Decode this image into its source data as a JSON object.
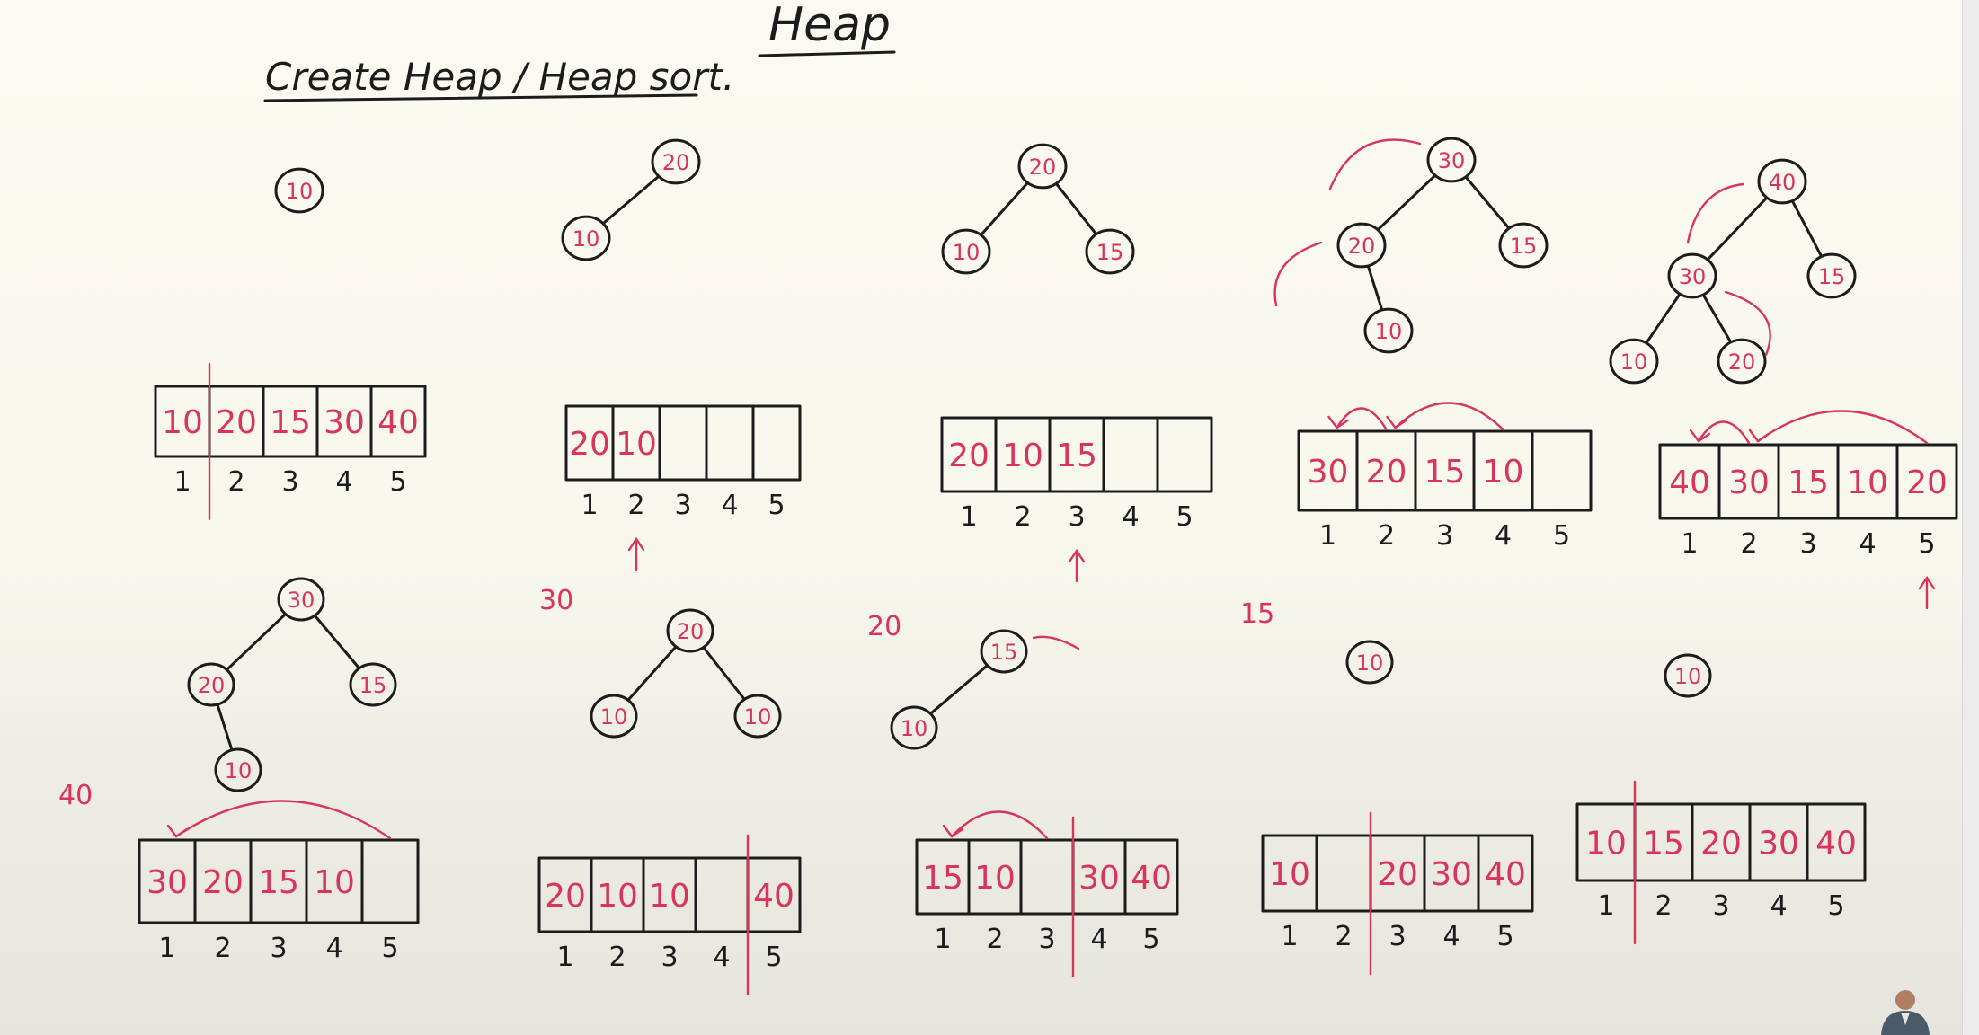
{
  "title": "Heap",
  "subtitle": "Create Heap / Heap sort.",
  "top_row": [
    {
      "tree": {
        "nodes": [
          {
            "id": "a",
            "v": "10"
          }
        ],
        "edges": []
      },
      "array": {
        "cells": [
          "10",
          "20",
          "15",
          "30",
          "40"
        ],
        "indices": [
          "1",
          "2",
          "3",
          "4",
          "5"
        ],
        "divider_after": 1,
        "arrows": [],
        "pointer_index": null
      }
    },
    {
      "tree": {
        "nodes": [
          {
            "id": "a",
            "v": "20"
          },
          {
            "id": "b",
            "v": "10"
          }
        ],
        "edges": [
          [
            "a",
            "b"
          ]
        ]
      },
      "array": {
        "cells": [
          "20",
          "10",
          "",
          "",
          ""
        ],
        "indices": [
          "1",
          "2",
          "3",
          "4",
          "5"
        ],
        "divider_after": null,
        "arrows": [],
        "pointer_index": 2
      }
    },
    {
      "tree": {
        "nodes": [
          {
            "id": "a",
            "v": "20"
          },
          {
            "id": "b",
            "v": "10"
          },
          {
            "id": "c",
            "v": "15"
          }
        ],
        "edges": [
          [
            "a",
            "b"
          ],
          [
            "a",
            "c"
          ]
        ]
      },
      "array": {
        "cells": [
          "20",
          "10",
          "15",
          "",
          ""
        ],
        "indices": [
          "1",
          "2",
          "3",
          "4",
          "5"
        ],
        "divider_after": null,
        "arrows": [],
        "pointer_index": 3
      }
    },
    {
      "tree": {
        "nodes": [
          {
            "id": "a",
            "v": "30"
          },
          {
            "id": "b",
            "v": "20"
          },
          {
            "id": "c",
            "v": "15"
          },
          {
            "id": "d",
            "v": "10"
          }
        ],
        "edges": [
          [
            "a",
            "b"
          ],
          [
            "a",
            "c"
          ],
          [
            "b",
            "d"
          ]
        ]
      },
      "array": {
        "cells": [
          "30",
          "20",
          "15",
          "10",
          ""
        ],
        "indices": [
          "1",
          "2",
          "3",
          "4",
          "5"
        ],
        "divider_after": null,
        "arrows": [
          [
            2,
            1
          ],
          [
            4,
            2
          ]
        ],
        "pointer_index": null
      }
    },
    {
      "tree": {
        "nodes": [
          {
            "id": "a",
            "v": "40"
          },
          {
            "id": "b",
            "v": "30"
          },
          {
            "id": "c",
            "v": "15"
          },
          {
            "id": "d",
            "v": "10"
          },
          {
            "id": "e",
            "v": "20"
          }
        ],
        "edges": [
          [
            "a",
            "b"
          ],
          [
            "a",
            "c"
          ],
          [
            "b",
            "d"
          ],
          [
            "b",
            "e"
          ]
        ]
      },
      "array": {
        "cells": [
          "40",
          "30",
          "15",
          "10",
          "20"
        ],
        "indices": [
          "1",
          "2",
          "3",
          "4",
          "5"
        ],
        "divider_after": null,
        "arrows": [
          [
            2,
            1
          ],
          [
            5,
            2
          ]
        ],
        "pointer_index": 5
      }
    }
  ],
  "bottom_row": [
    {
      "deleted": "40",
      "tree": {
        "nodes": [
          {
            "id": "a",
            "v": "30"
          },
          {
            "id": "b",
            "v": "20"
          },
          {
            "id": "c",
            "v": "15"
          },
          {
            "id": "d",
            "v": "10"
          }
        ],
        "edges": [
          [
            "a",
            "b"
          ],
          [
            "a",
            "c"
          ],
          [
            "b",
            "d"
          ]
        ]
      },
      "array": {
        "cells": [
          "30",
          "20",
          "15",
          "10",
          ""
        ],
        "indices": [
          "1",
          "2",
          "3",
          "4",
          "5"
        ],
        "divider_after": null,
        "arrows": [
          [
            5,
            1
          ]
        ]
      }
    },
    {
      "deleted": "30",
      "tree": {
        "nodes": [
          {
            "id": "a",
            "v": "20"
          },
          {
            "id": "b",
            "v": "10"
          },
          {
            "id": "c",
            "v": "10"
          }
        ],
        "edges": [
          [
            "a",
            "b"
          ],
          [
            "a",
            "c"
          ]
        ]
      },
      "array": {
        "cells": [
          "20",
          "10",
          "10",
          "",
          "40"
        ],
        "indices": [
          "1",
          "2",
          "3",
          "4",
          "5"
        ],
        "divider_after": 4,
        "arrows": []
      }
    },
    {
      "deleted": "20",
      "tree": {
        "nodes": [
          {
            "id": "a",
            "v": "15"
          },
          {
            "id": "b",
            "v": "10"
          }
        ],
        "edges": [
          [
            "a",
            "b"
          ]
        ]
      },
      "array": {
        "cells": [
          "15",
          "10",
          "",
          "30",
          "40"
        ],
        "indices": [
          "1",
          "2",
          "3",
          "4",
          "5"
        ],
        "divider_after": 3,
        "arrows": [
          [
            3,
            1
          ]
        ]
      }
    },
    {
      "deleted": "15",
      "tree": {
        "nodes": [
          {
            "id": "a",
            "v": "10"
          }
        ],
        "edges": []
      },
      "array": {
        "cells": [
          "10",
          "",
          "20",
          "30",
          "40"
        ],
        "indices": [
          "1",
          "2",
          "3",
          "4",
          "5"
        ],
        "divider_after": 2,
        "arrows": []
      }
    },
    {
      "deleted": "",
      "tree": {
        "nodes": [
          {
            "id": "a",
            "v": "10"
          }
        ],
        "edges": []
      },
      "array": {
        "cells": [
          "10",
          "15",
          "20",
          "30",
          "40"
        ],
        "indices": [
          "1",
          "2",
          "3",
          "4",
          "5"
        ],
        "divider_after": 1,
        "arrows": []
      }
    }
  ],
  "colors": {
    "ink": "#1c1c1c",
    "marker_red": "#d9345c",
    "board": "#fbfaf2"
  }
}
